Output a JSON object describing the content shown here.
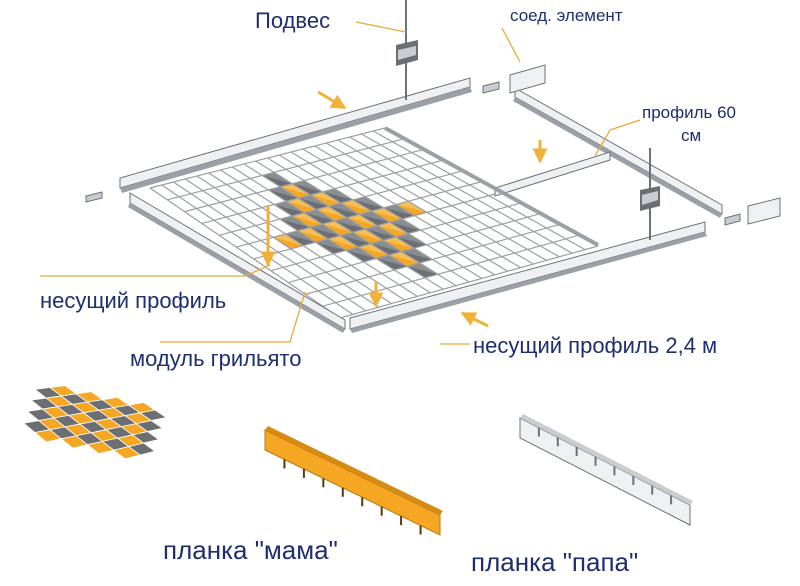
{
  "labels": {
    "podves": "Подвес",
    "soed_element": "соед. элемент",
    "profil_60_line1": "профиль 60",
    "profil_60_line2": "см",
    "nesushchiy_profil": "несущий профиль",
    "modul_grilyato": "модуль грильято",
    "nesushchiy_profil_24": "несущий профиль 2,4 м",
    "planka_mama": "планка \"мама\"",
    "planka_papa": "планка \"папа\""
  },
  "colors": {
    "label_text": "#1e2e6e",
    "leader_line": "#e8a93a",
    "arrow": "#f0b03a",
    "cell_orange": "#f5a623",
    "cell_gray": "#6b6e72",
    "metal_light": "#eef0f2",
    "metal_mid": "#c9cdd2",
    "metal_dark": "#9aa0a6",
    "outline": "#6d7278"
  }
}
